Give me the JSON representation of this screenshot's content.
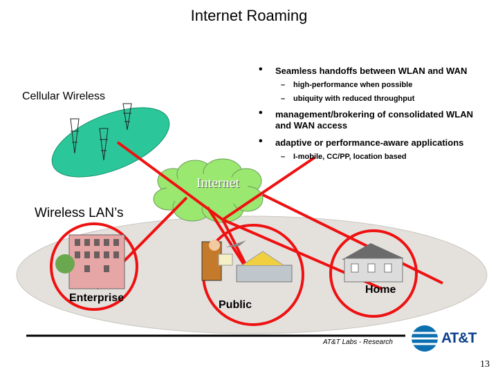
{
  "title": "Internet Roaming",
  "bullets": [
    {
      "text": "Seamless handoffs between WLAN and WAN",
      "subs": [
        "high-performance when possible",
        "ubiquity with reduced throughput"
      ]
    },
    {
      "text": "management/brokering of consolidated WLAN and WAN access",
      "subs": []
    },
    {
      "text": "adaptive or performance-aware applications",
      "subs": [
        "I-mobile, CC/PP, location based"
      ]
    }
  ],
  "labels": {
    "cellular": "Cellular Wireless",
    "internet": "Internet",
    "wlans": "Wireless LAN’s",
    "enterprise": "Enterprise",
    "public": "Public",
    "home": "Home"
  },
  "footer": {
    "research": "AT&T Labs - Research",
    "logo_text": "AT&T",
    "page_number": "13"
  },
  "colors": {
    "link": "#ee1111",
    "cell_area": "#2bc79a",
    "cloud": "#9be870",
    "wlan_area": "#e4e1dd",
    "logo_blue": "#0b6fb0"
  }
}
